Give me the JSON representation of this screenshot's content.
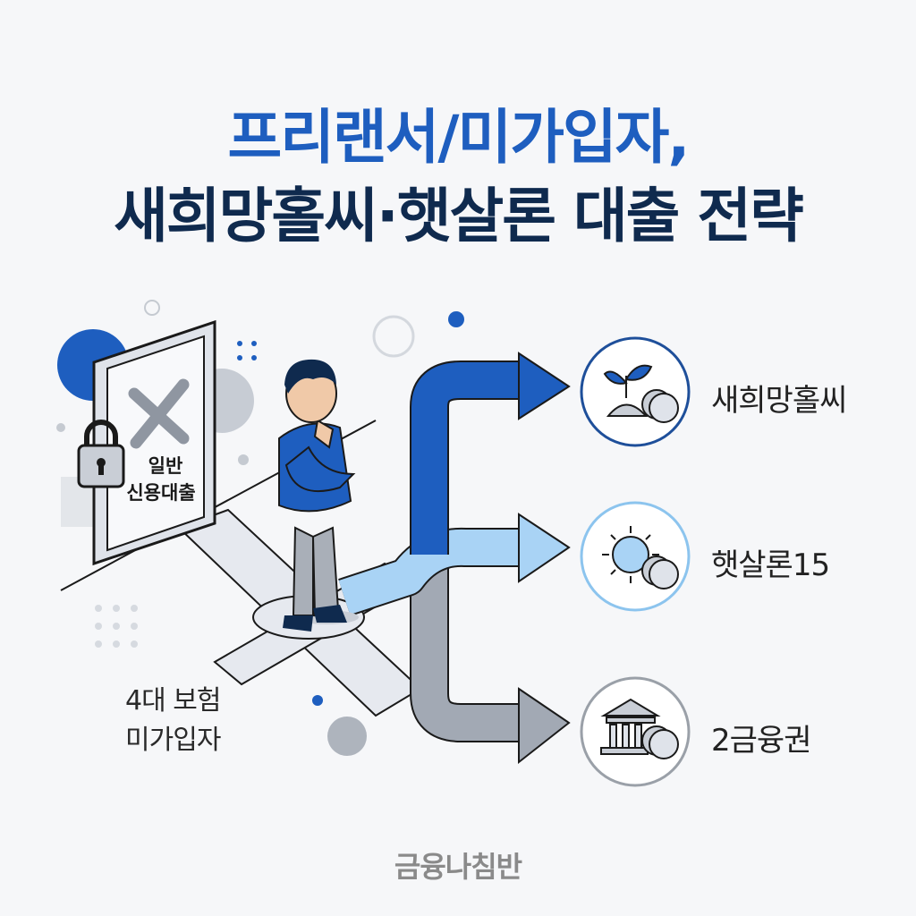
{
  "title": {
    "line1": "프리랜서/미가입자,",
    "line2": "새희망홀씨·햇살론 대출 전략",
    "line1_color": "#1e5ebf",
    "line2_color": "#0f2a4e"
  },
  "blocked_door": {
    "label_line1": "일반",
    "label_line2": "신용대출",
    "icons": [
      "x-mark-icon",
      "padlock-icon"
    ]
  },
  "person_note": {
    "line1": "4대 보험",
    "line2": "미가입자"
  },
  "options": [
    {
      "label": "새희망홀씨",
      "icon": "sprout-coins-icon",
      "arrow_color": "#1e5ebf",
      "ring_color": "#1e4f9a"
    },
    {
      "label": "햇살론15",
      "icon": "sun-coins-icon",
      "arrow_color": "#a9d3f5",
      "ring_color": "#8cc4ee"
    },
    {
      "label": "2금융권",
      "icon": "bank-coins-icon",
      "arrow_color": "#a2a9b4",
      "ring_color": "#9aa0a8"
    }
  ],
  "footer": "금융나침반"
}
